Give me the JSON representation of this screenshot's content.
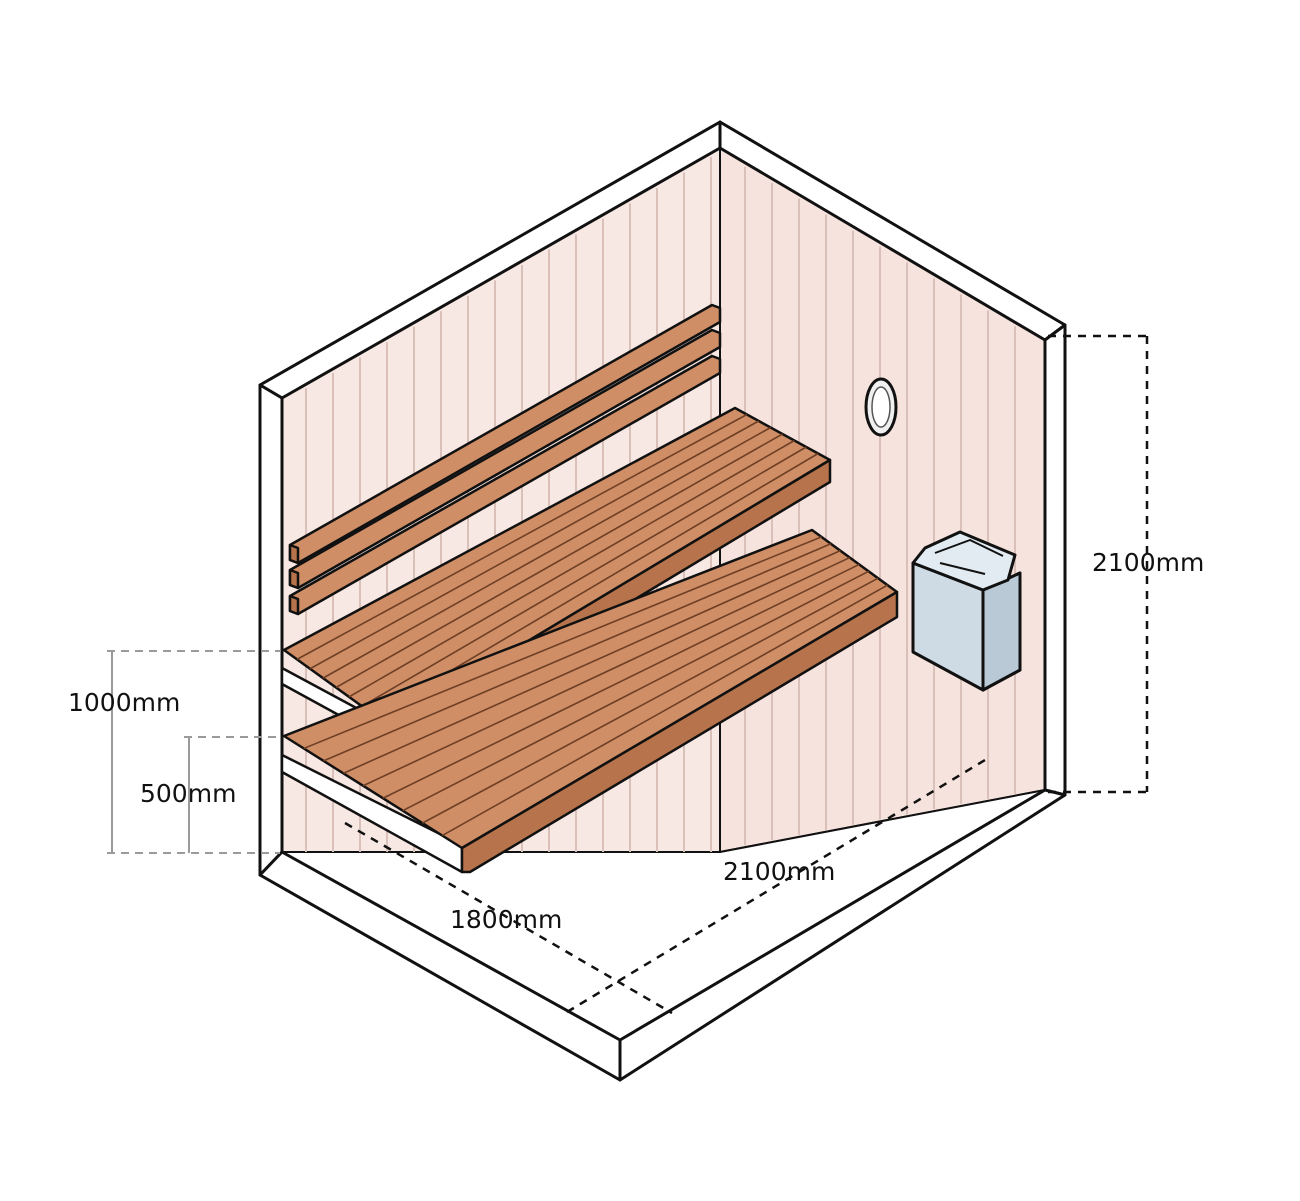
{
  "dimensions": {
    "wall_height": "2100mm",
    "floor_length": "2100mm",
    "floor_width": "1800mm",
    "upper_bench_height": "1000mm",
    "lower_bench_height": "500mm"
  },
  "icons": {
    "lamp": "round-wall-lamp-icon",
    "heater": "sauna-stove-icon"
  },
  "colors": {
    "wall": "#f8e8e3",
    "bench_top": "#cf8e66",
    "bench_side": "#b7734b",
    "heater": "#cfdbe4",
    "outline": "#111111",
    "dimension_gray": "#9a9a9a"
  }
}
